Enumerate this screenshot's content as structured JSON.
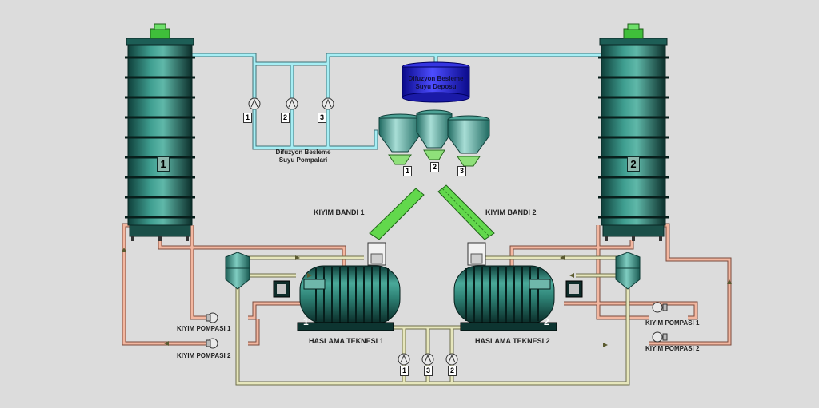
{
  "towers": [
    {
      "id": "tower-1",
      "number": "1"
    },
    {
      "id": "tower-2",
      "number": "2"
    }
  ],
  "feed_tank": {
    "line1": "Difuzyon Besleme",
    "line2": "Suyu Deposu"
  },
  "feed_pumps": {
    "label_line1": "Difuzyon Besleme",
    "label_line2": "Suyu Pompalari",
    "numbers": [
      "1",
      "2",
      "3"
    ]
  },
  "hoppers": {
    "numbers": [
      "1",
      "2",
      "3"
    ]
  },
  "conveyors": {
    "left": "KIYIM BANDI 1",
    "right": "KIYIM BANDI 2"
  },
  "vessels": {
    "left": {
      "label": "HASLAMA TEKNESI 1",
      "number": "1"
    },
    "right": {
      "label": "HASLAMA TEKNESI 2",
      "number": "2"
    }
  },
  "bottom_pumps": {
    "numbers": [
      "1",
      "3",
      "2"
    ]
  },
  "chip_pumps_left": {
    "p1": "KIYIM POMPASI 1",
    "p2": "KIYIM POMPASI 2"
  },
  "chip_pumps_right": {
    "p1": "KIYIM POMPASI 1",
    "p2": "KIYIM POMPASI 2"
  },
  "colors": {
    "background": "#dcdcdc",
    "tower_body": "#2f8a7d",
    "water_pipe": "#9ee6ee",
    "hot_pipe": "#f2b49a",
    "return_pipe": "#e4e4b8",
    "conveyor": "#5fd44b",
    "tank": "#2424d6"
  }
}
